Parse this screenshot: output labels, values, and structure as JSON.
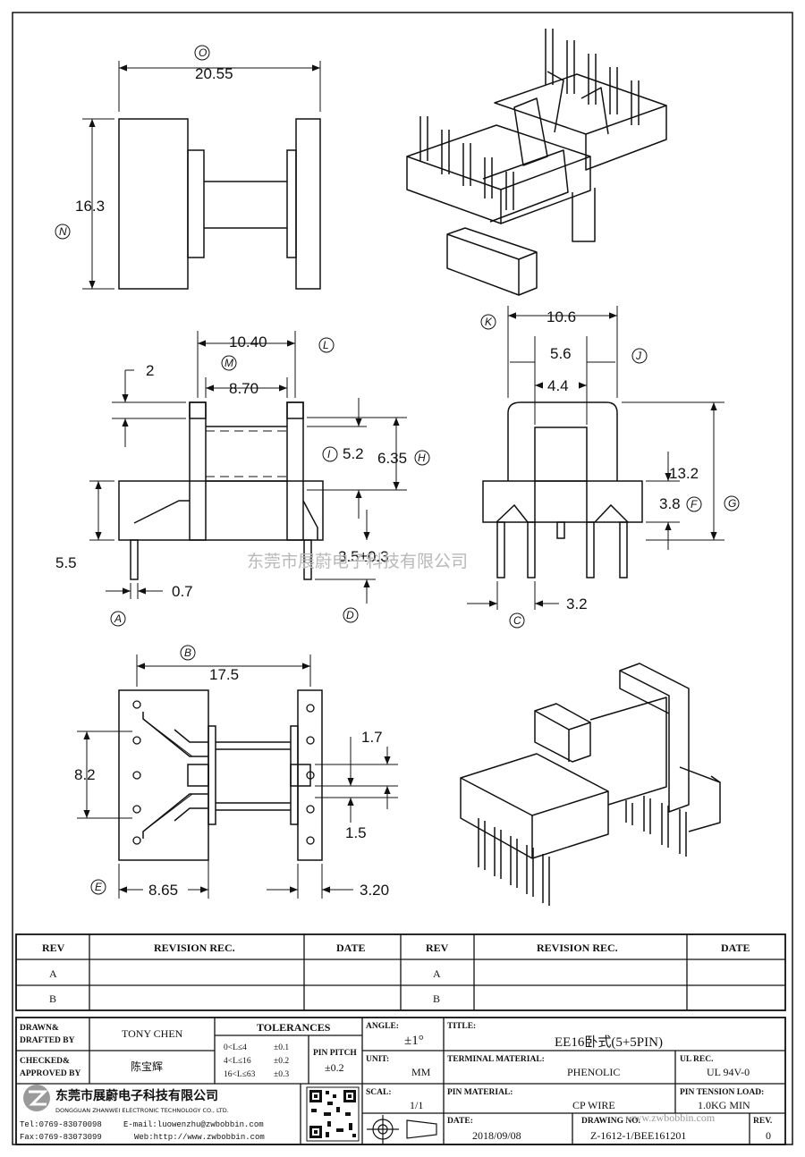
{
  "dimensions": {
    "O": "20.55",
    "N": "16.3",
    "L": "10.40",
    "M": "8.70",
    "top_pin": "2",
    "I": "5.2",
    "H": "6.35",
    "D": "3.5±0.3",
    "left_height": "5.5",
    "A": "0.7",
    "K": "10.6",
    "J": "5.6",
    "inner_w": "4.4",
    "G": "13.2",
    "F": "3.8",
    "C": "3.2",
    "B": "17.5",
    "pitch_group": "8.2",
    "slot_w": "1.7",
    "slot_gap": "1.5",
    "E": "8.65",
    "right_w": "3.20"
  },
  "callouts": {
    "O": "O",
    "N": "N",
    "L": "L",
    "M": "M",
    "I": "I",
    "H": "H",
    "D": "D",
    "A": "A",
    "K": "K",
    "J": "J",
    "G": "G",
    "F": "F",
    "C": "C",
    "B": "B",
    "E": "E"
  },
  "watermark": "东莞市展蔚电子科技有限公司",
  "watermark2": "www.zwbobbin.com",
  "revision_table": {
    "headers": [
      "REV",
      "REVISION REC.",
      "DATE",
      "REV",
      "REVISION REC.",
      "DATE"
    ],
    "rows": [
      {
        "rev_left": "A",
        "rev_right": "A"
      },
      {
        "rev_left": "B",
        "rev_right": "B"
      }
    ]
  },
  "title_block": {
    "drawn_label": "DRAWN&\nDRAFTED BY",
    "drawn_value": "TONY CHEN",
    "checked_label": "CHECKED&\nAPPROVED BY",
    "checked_value": "陈宝辉",
    "tolerances_label": "TOLERANCES",
    "tol_rows": [
      {
        "range": "0<L≤4",
        "tol": "±0.1"
      },
      {
        "range": "4<L≤16",
        "tol": "±0.2"
      },
      {
        "range": "16<L≤63",
        "tol": "±0.3"
      }
    ],
    "pin_pitch_label": "PIN PITCH",
    "pin_pitch_value": "±0.2",
    "angle_label": "ANGLE:",
    "angle_value": "±1°",
    "unit_label": "UNIT:",
    "unit_value": "MM",
    "scale_label": "SCAL:",
    "scale_value": "1/1",
    "title_label": "TITLE:",
    "title_value": "EE16卧式(5+5PIN)",
    "terminal_label": "TERMINAL MATERIAL:",
    "terminal_value": "PHENOLIC",
    "ul_label": "UL REC.",
    "ul_value": "UL 94V-0",
    "pin_material_label": "PIN MATERIAL:",
    "pin_material_value": "CP WIRE",
    "tension_label": "PIN TENSION LOAD:",
    "tension_value": "1.0KG MIN",
    "date_label": "DATE:",
    "date_value": "2018/09/08",
    "drawing_label": "DRAWING NO.",
    "drawing_value": "Z-1612-1/BEE161201",
    "rev_label": "REV.",
    "rev_value": "0",
    "company_cn": "东莞市展蔚电子科技有限公司",
    "company_en": "DONGGUAN ZHANWEI ELECTRONIC TECHNOLOGY CO., LTD.",
    "tel": "Tel:0769-83070098",
    "email": "E-mail:luowenzhu@zwbobbin.com",
    "fax": "Fax:0769-83073099",
    "web": "Web:http://www.zwbobbin.com"
  }
}
